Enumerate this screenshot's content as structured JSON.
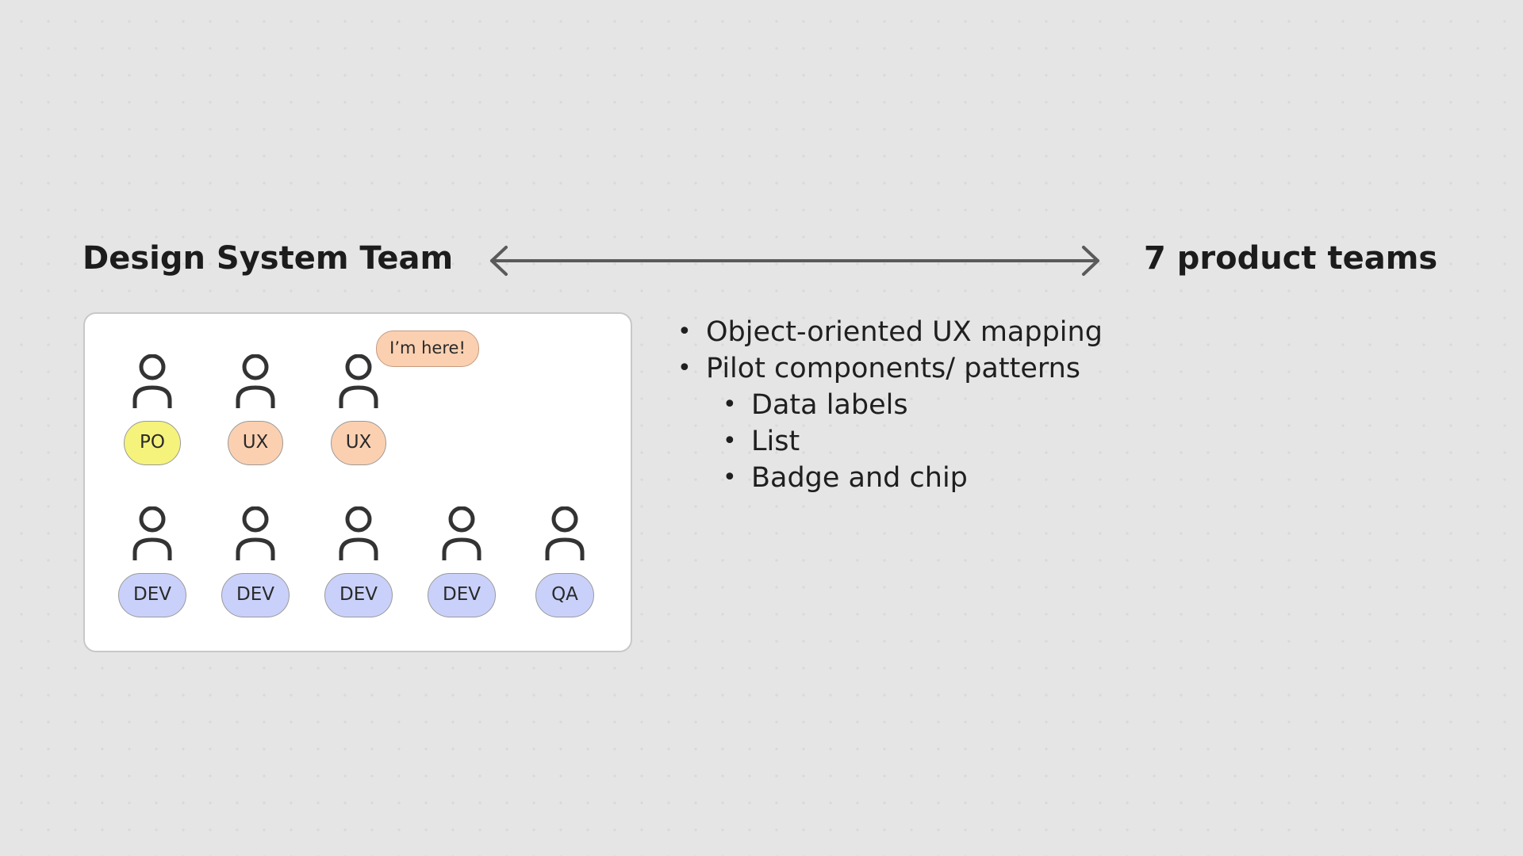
{
  "headings": {
    "left": "Design System Team",
    "right": "7 product teams"
  },
  "colors": {
    "po": "#f5f37c",
    "ux": "#fbd0b1",
    "dev": "#c9d1fa",
    "qa": "#c9d1fa",
    "line": "#5a5a5a",
    "icon": "#333333"
  },
  "team": {
    "speech_bubble": "I’m here!",
    "top_row": [
      {
        "role": "PO",
        "kind": "po"
      },
      {
        "role": "UX",
        "kind": "ux"
      },
      {
        "role": "UX",
        "kind": "ux"
      }
    ],
    "bottom_row": [
      {
        "role": "DEV",
        "kind": "dev"
      },
      {
        "role": "DEV",
        "kind": "dev"
      },
      {
        "role": "DEV",
        "kind": "dev"
      },
      {
        "role": "DEV",
        "kind": "dev"
      },
      {
        "role": "QA",
        "kind": "qa"
      }
    ]
  },
  "topics": [
    {
      "text": "Object-oriented UX mapping",
      "level": 1
    },
    {
      "text": "Pilot components/ patterns",
      "level": 1
    },
    {
      "text": "Data labels",
      "level": 2
    },
    {
      "text": "List",
      "level": 2
    },
    {
      "text": "Badge and chip",
      "level": 2
    }
  ]
}
